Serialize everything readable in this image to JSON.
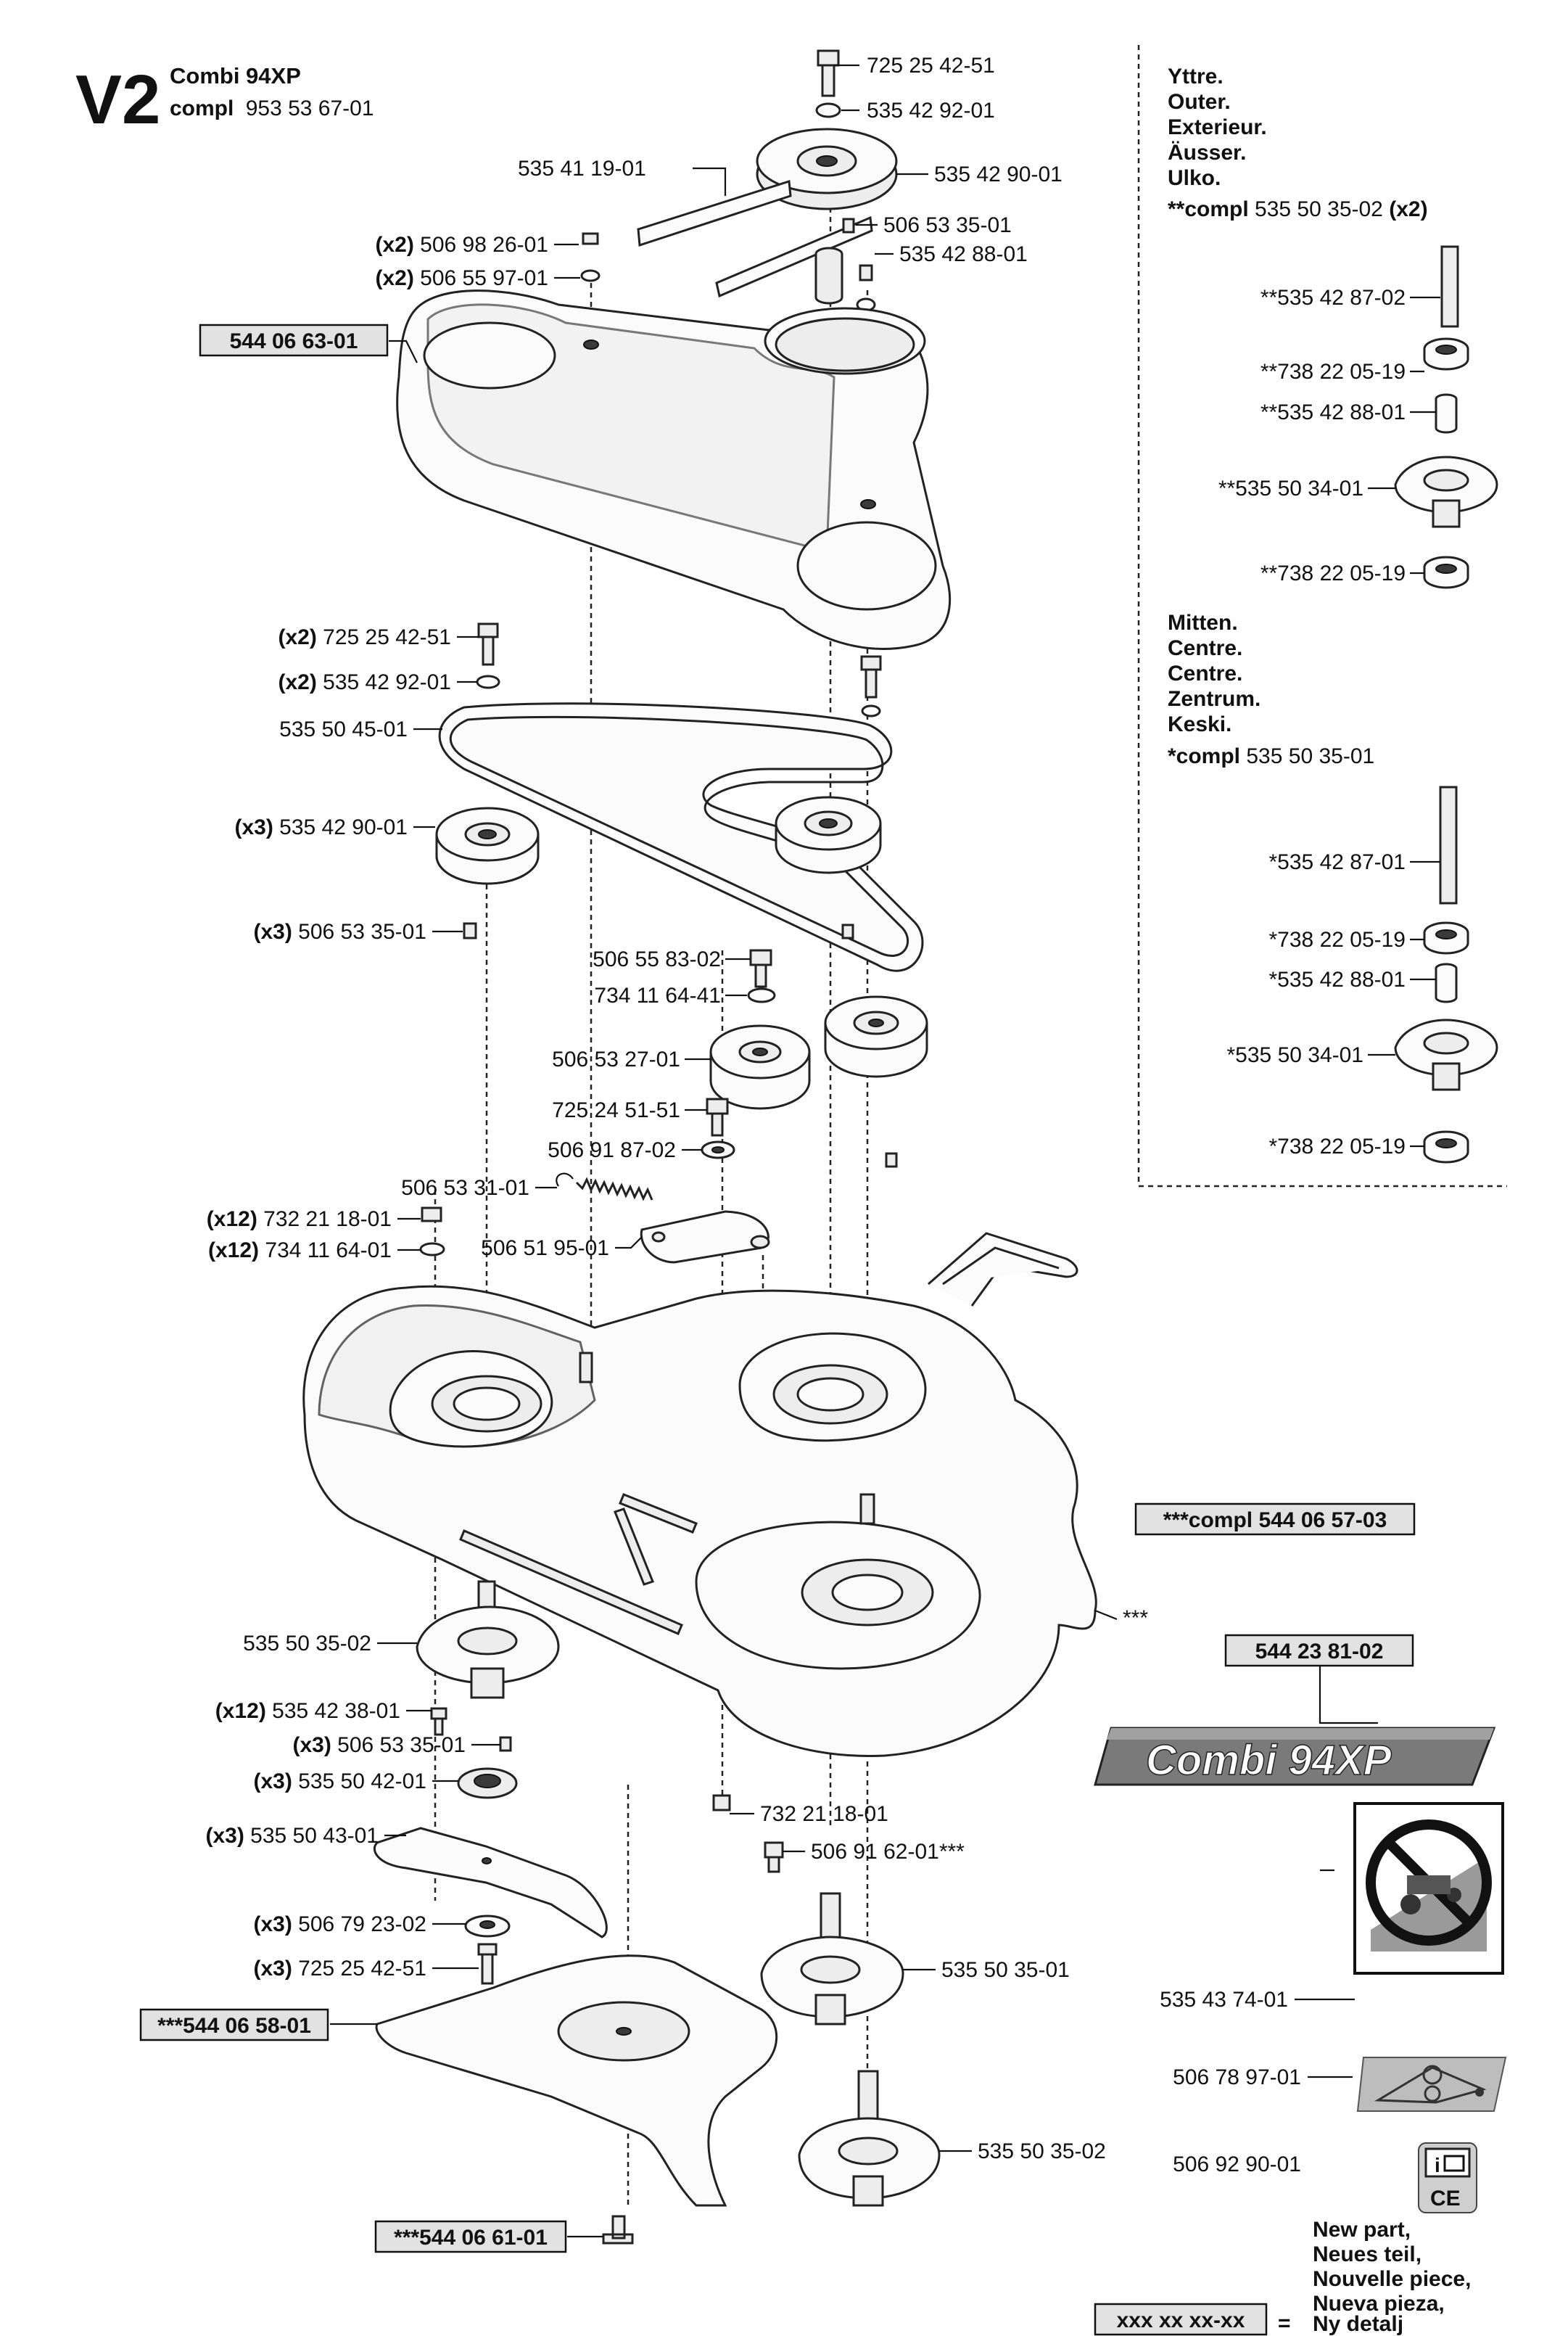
{
  "header": {
    "code": "V2",
    "model": "Combi 94XP",
    "compl_label": "compl",
    "compl_number": "953 53 67-01"
  },
  "labels": {
    "l01": {
      "qty": "",
      "num": "725 25 42-51"
    },
    "l02": {
      "qty": "",
      "num": "535 42 92-01"
    },
    "l03": {
      "qty": "",
      "num": "535 42 90-01"
    },
    "l04": {
      "qty": "",
      "num": "535 41 19-01"
    },
    "l05": {
      "qty": "",
      "num": "506 53 35-01"
    },
    "l06": {
      "qty": "",
      "num": "535 42 88-01"
    },
    "l07": {
      "qty": "(x2)",
      "num": "506 98 26-01"
    },
    "l08": {
      "qty": "(x2)",
      "num": "506 55 97-01"
    },
    "l09": {
      "qty": "(x2)",
      "num": "725 25 42-51"
    },
    "l10": {
      "qty": "(x2)",
      "num": "535 42 92-01"
    },
    "l11": {
      "qty": "",
      "num": "535 50 45-01"
    },
    "l12": {
      "qty": "(x3)",
      "num": "535 42 90-01"
    },
    "l13": {
      "qty": "(x3)",
      "num": "506 53 35-01"
    },
    "l14": {
      "qty": "",
      "num": "506 55 83-02"
    },
    "l15": {
      "qty": "",
      "num": "734 11 64-41"
    },
    "l16": {
      "qty": "",
      "num": "506 53 27-01"
    },
    "l17": {
      "qty": "",
      "num": "725 24 51-51"
    },
    "l18": {
      "qty": "",
      "num": "506 91 87-02"
    },
    "l19": {
      "qty": "",
      "num": "506 53 31-01"
    },
    "l20": {
      "qty": "(x12)",
      "num": "732 21 18-01"
    },
    "l21": {
      "qty": "(x12)",
      "num": "734 11 64-01"
    },
    "l22": {
      "qty": "",
      "num": "506 51 95-01"
    },
    "l23": {
      "qty": "",
      "num": "535 50 35-02"
    },
    "l24": {
      "qty": "(x12)",
      "num": "535 42 38-01"
    },
    "l25": {
      "qty": "(x3)",
      "num": "506 53 35-01"
    },
    "l26": {
      "qty": "(x3)",
      "num": "535 50 42-01"
    },
    "l27": {
      "qty": "(x3)",
      "num": "535 50 43-01"
    },
    "l28": {
      "qty": "(x3)",
      "num": "506 79 23-02"
    },
    "l29": {
      "qty": "(x3)",
      "num": "725 25 42-51"
    },
    "l30": {
      "qty": "",
      "num": "732 21 18-01"
    },
    "l31": {
      "qty": "",
      "num": "506 91 62-01***"
    },
    "l32": {
      "qty": "",
      "num": "535 50 35-01"
    },
    "l33": {
      "qty": "",
      "num": "535 50 35-02"
    },
    "l34": {
      "qty": "",
      "num": "535 43 74-01"
    },
    "l35": {
      "qty": "",
      "num": "506 78 97-01"
    },
    "l36": {
      "qty": "",
      "num": "506 92 90-01"
    },
    "l37": {
      "qty": "",
      "num": "***"
    }
  },
  "boxes": {
    "b1": "544 06 63-01",
    "b2": "***compl 544 06 57-03",
    "b3": "544 23 81-02",
    "b4": "***544 06 58-01",
    "b5": "***544 06 61-01",
    "legend_box": "xxx xx xx-xx"
  },
  "decal_text": "Combi 94XP",
  "side_outer": {
    "titles": [
      "Yttre.",
      "Outer.",
      "Exterieur.",
      "Äusser.",
      "Ulko."
    ],
    "compl_prefix": "**compl",
    "compl_number": "535 50 35-02",
    "compl_qty": "(x2)",
    "parts": [
      "**535 42 87-02",
      "**738 22 05-19",
      "**535 42 88-01",
      "**535 50 34-01",
      "**738 22 05-19"
    ]
  },
  "side_center": {
    "titles": [
      "Mitten.",
      "Centre.",
      "Centre.",
      "Zentrum.",
      "Keski."
    ],
    "compl_prefix": "*compl",
    "compl_number": "535 50 35-01",
    "parts": [
      "*535 42 87-01",
      "*738 22 05-19",
      "*535 42 88-01",
      "*535 50 34-01",
      "*738 22 05-19"
    ]
  },
  "legend": {
    "lines": [
      "New part,",
      "Neues teil,",
      "Nouvelle piece,",
      "Nueva pieza,",
      "Ny detalj"
    ],
    "equals": "="
  }
}
